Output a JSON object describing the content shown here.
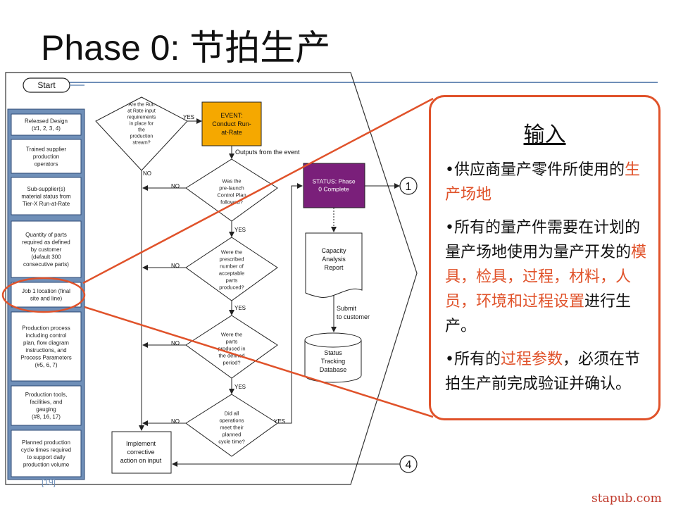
{
  "title": "Phase 0: 节拍生产",
  "flow": {
    "start": "Start",
    "inputs": [
      [
        "Released Design",
        "(#1, 2, 3, 4)"
      ],
      [
        "Trained supplier",
        "production",
        "operators"
      ],
      [
        "Sub-supplier(s)",
        "material status from",
        "Tier-X Run-at-Rate"
      ],
      [
        "Quantity of parts",
        "required as defined",
        "by customer",
        "(default 300",
        "consecutive parts)"
      ],
      [
        "Job 1 location (final",
        "site and line)"
      ],
      [
        "Production process",
        "including control",
        "plan, flow diagram",
        "instructions, and",
        "Process Parameters",
        "(#5, 6, 7)"
      ],
      [
        "Production tools,",
        "facilities, and",
        "gauging",
        "(#8, 16, 17)"
      ],
      [
        "Planned production",
        "cycle times required",
        "to support daily",
        "production volume"
      ]
    ],
    "decision_requirements": [
      "Are the Run",
      "at Rate input",
      "requirements",
      "in place for",
      "the",
      "production",
      "stream?"
    ],
    "decision_control_plan": [
      "Was the",
      "pre-launch",
      "Control Plan",
      "followed?"
    ],
    "decision_parts": [
      "Were the",
      "prescribed",
      "number of",
      "acceptable",
      "parts",
      "produced?"
    ],
    "decision_period": [
      "Were the",
      "parts",
      "produced in",
      "the defined",
      "period?"
    ],
    "decision_cycle": [
      "Did all",
      "operations",
      "meet  their",
      "planned",
      "cycle time?"
    ],
    "event": [
      "EVENT:",
      "Conduct Run-",
      "at-Rate"
    ],
    "status": [
      "STATUS: Phase",
      "0 Complete"
    ],
    "report": [
      "Capacity",
      "Analysis",
      "Report"
    ],
    "database": [
      "Status",
      "Tracking",
      "Database"
    ],
    "corrective": [
      "Implement",
      "corrective",
      "action on input"
    ],
    "outputs_label": "Outputs from the event",
    "submit_label": [
      "Submit",
      "to customer"
    ],
    "yes": "YES",
    "no": "NO",
    "connector_1": "1",
    "connector_4": "4",
    "ref": "[19]"
  },
  "input_panel": {
    "heading": "输入",
    "b1_pre": "•供应商量产零件所使用的",
    "b1_hl": "生产场地",
    "b2_pre": "•所有的量产件需要在计划的量产场地使用为量产开发的",
    "b2_hl": "模具，检具，过程，材料，人员，环境和过程设置",
    "b2_post": "进行生产。",
    "b3_pre": "•所有的",
    "b3_hl": "过程参数",
    "b3_post": "，必须在节拍生产前完成验证并确认。"
  },
  "watermark": "stapub.com",
  "colors": {
    "accent": "#e0522a",
    "event_fill": "#f5a800",
    "status_fill": "#7a1f7a",
    "input_fill": "#6f8fb8",
    "rule": "#6f8fb8"
  }
}
